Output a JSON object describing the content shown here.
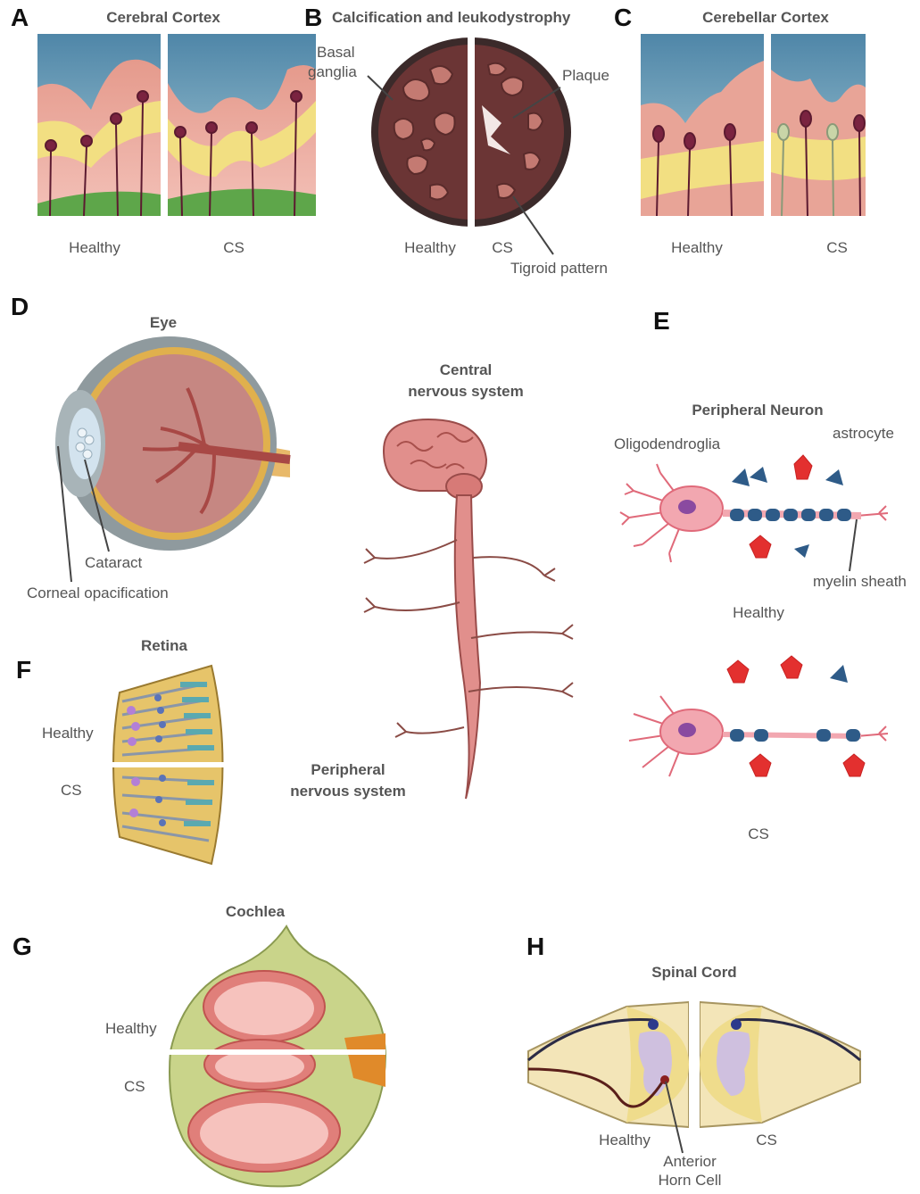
{
  "panels": {
    "A": {
      "letter": "A",
      "title": "Cerebral Cortex",
      "left_label": "Healthy",
      "right_label": "CS"
    },
    "B": {
      "letter": "B",
      "title": "Calcification and leukodystrophy",
      "basal_line1": "Basal",
      "basal_line2": "ganglia",
      "plaque": "Plaque",
      "left_label": "Healthy",
      "right_label": "CS",
      "tigroid": "Tigroid pattern"
    },
    "C": {
      "letter": "C",
      "title": "Cerebellar Cortex",
      "left_label": "Healthy",
      "right_label": "CS"
    },
    "D": {
      "letter": "D",
      "eye_title": "Eye",
      "cataract": "Cataract",
      "corneal": "Corneal opacification",
      "cns_line1": "Central",
      "cns_line2": "nervous system",
      "pns_line1": "Peripheral",
      "pns_line2": "nervous system"
    },
    "E": {
      "letter": "E",
      "title": "Peripheral Neuron",
      "oligo": "Oligodendroglia",
      "astrocyte": "astrocyte",
      "myelin": "myelin sheath",
      "healthy": "Healthy",
      "cs": "CS"
    },
    "F": {
      "letter": "F",
      "title": "Retina",
      "healthy": "Healthy",
      "cs": "CS"
    },
    "G": {
      "letter": "G",
      "title": "Cochlea",
      "healthy": "Healthy",
      "cs": "CS"
    },
    "H": {
      "letter": "H",
      "title": "Spinal Cord",
      "healthy": "Healthy",
      "cs": "CS",
      "ahc_line1": "Anterior",
      "ahc_line2": "Horn Cell"
    }
  }
}
